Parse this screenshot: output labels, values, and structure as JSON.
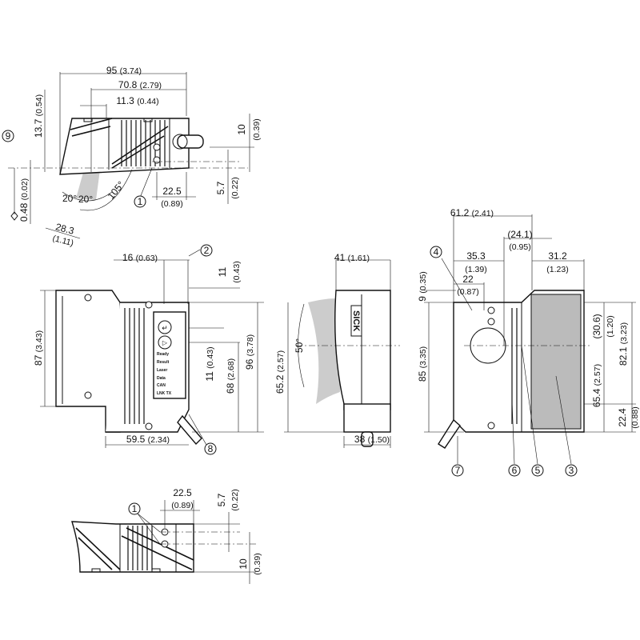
{
  "top_view": {
    "dim_95": "95",
    "dim_95_in": "(3.74)",
    "dim_70_8": "70.8",
    "dim_70_8_in": "(2.79)",
    "dim_11_3": "11.3",
    "dim_11_3_in": "(0.44)",
    "dim_13_7": "13.7",
    "dim_13_7_in": "(0.54)",
    "dim_10": "10",
    "dim_10_in": "(0.39)",
    "dim_5_7": "5.7",
    "dim_5_7_in": "(0.22)",
    "dim_22_5": "22.5",
    "dim_22_5_in": "(0.89)",
    "dim_0_48": "0.48",
    "dim_0_48_in": "(0.02)",
    "dim_28_3": "28.3",
    "dim_28_3_in": "(1.11)",
    "angle_left": "20°",
    "angle_right": "20°",
    "angle_105": "105°",
    "callout_9": "9",
    "callout_1": "1"
  },
  "front_view": {
    "dim_16": "16",
    "dim_16_in": "(0.63)",
    "dim_11_top": "11",
    "dim_11_top_in": "(0.43)",
    "dim_87": "87",
    "dim_87_in": "(3.43)",
    "dim_11_mid": "11",
    "dim_11_mid_in": "(0.43)",
    "dim_68": "68",
    "dim_68_in": "(2.68)",
    "dim_96": "96",
    "dim_96_in": "(3.78)",
    "dim_59_5": "59.5",
    "dim_59_5_in": "(2.34)",
    "callout_2": "2",
    "callout_8": "8",
    "panel_labels": [
      "Ready",
      "Result",
      "Laser",
      "Data",
      "CAN",
      "LNK TX"
    ]
  },
  "side_view": {
    "dim_41": "41",
    "dim_41_in": "(1.61)",
    "angle_50": "50°",
    "dim_65_2": "65.2",
    "dim_65_2_in": "(2.57)",
    "dim_38": "38",
    "dim_38_in": "(1.50)",
    "logo": "SICK"
  },
  "rear_view": {
    "dim_61_2": "61.2",
    "dim_61_2_in": "(2.41)",
    "dim_24_1": "(24.1)",
    "dim_24_1_in": "(0.95)",
    "dim_35_3": "35.3",
    "dim_35_3_in": "(1.39)",
    "dim_31_2": "31.2",
    "dim_31_2_in": "(1.23)",
    "dim_22": "22",
    "dim_22_in": "(0.87)",
    "dim_9": "9",
    "dim_9_in": "(0.35)",
    "dim_85": "85",
    "dim_85_in": "(3.35)",
    "dim_30_6": "(30.6)",
    "dim_30_6_in": "(1.20)",
    "dim_82_1": "82.1",
    "dim_82_1_in": "(3.23)",
    "dim_65_4": "65.4",
    "dim_65_4_in": "(2.57)",
    "dim_22_4": "22.4",
    "dim_22_4_in": "(0.88)",
    "callout_4": "4",
    "callout_7": "7",
    "callout_6": "6",
    "callout_5": "5",
    "callout_3": "3"
  },
  "bottom_view": {
    "dim_22_5": "22.5",
    "dim_22_5_in": "(0.89)",
    "dim_5_7": "5.7",
    "dim_5_7_in": "(0.22)",
    "dim_10": "10",
    "dim_10_in": "(0.39)",
    "callout_1": "1"
  }
}
